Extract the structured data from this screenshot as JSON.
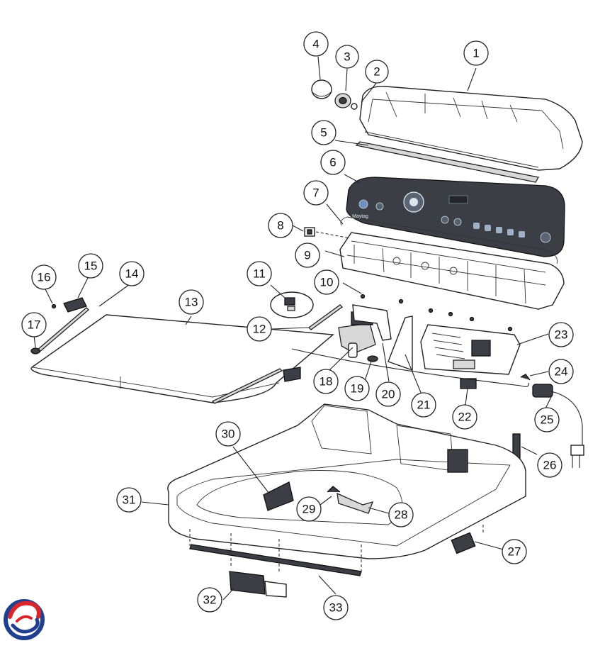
{
  "diagram": {
    "callouts": [
      {
        "id": "callout-1",
        "label": "1"
      },
      {
        "id": "callout-2",
        "label": "2"
      },
      {
        "id": "callout-3",
        "label": "3"
      },
      {
        "id": "callout-4",
        "label": "4"
      },
      {
        "id": "callout-5",
        "label": "5"
      },
      {
        "id": "callout-6",
        "label": "6"
      },
      {
        "id": "callout-7",
        "label": "7"
      },
      {
        "id": "callout-8",
        "label": "8"
      },
      {
        "id": "callout-9",
        "label": "9"
      },
      {
        "id": "callout-10",
        "label": "10"
      },
      {
        "id": "callout-11",
        "label": "11"
      },
      {
        "id": "callout-12",
        "label": "12"
      },
      {
        "id": "callout-13",
        "label": "13"
      },
      {
        "id": "callout-14",
        "label": "14"
      },
      {
        "id": "callout-15",
        "label": "15"
      },
      {
        "id": "callout-16",
        "label": "16"
      },
      {
        "id": "callout-17",
        "label": "17"
      },
      {
        "id": "callout-18",
        "label": "18"
      },
      {
        "id": "callout-19",
        "label": "19"
      },
      {
        "id": "callout-20",
        "label": "20"
      },
      {
        "id": "callout-21",
        "label": "21"
      },
      {
        "id": "callout-22",
        "label": "22"
      },
      {
        "id": "callout-23",
        "label": "23"
      },
      {
        "id": "callout-24",
        "label": "24"
      },
      {
        "id": "callout-25",
        "label": "25"
      },
      {
        "id": "callout-26",
        "label": "26"
      },
      {
        "id": "callout-27",
        "label": "27"
      },
      {
        "id": "callout-28",
        "label": "28"
      },
      {
        "id": "callout-29",
        "label": "29"
      },
      {
        "id": "callout-30",
        "label": "30"
      },
      {
        "id": "callout-31",
        "label": "31"
      },
      {
        "id": "callout-32",
        "label": "32"
      },
      {
        "id": "callout-33",
        "label": "33"
      }
    ],
    "console_brand_text": "Maytag",
    "logo": {
      "icon": "brand-swirl-logo",
      "colors": [
        "#1f3f8f",
        "#d9262c"
      ]
    }
  }
}
